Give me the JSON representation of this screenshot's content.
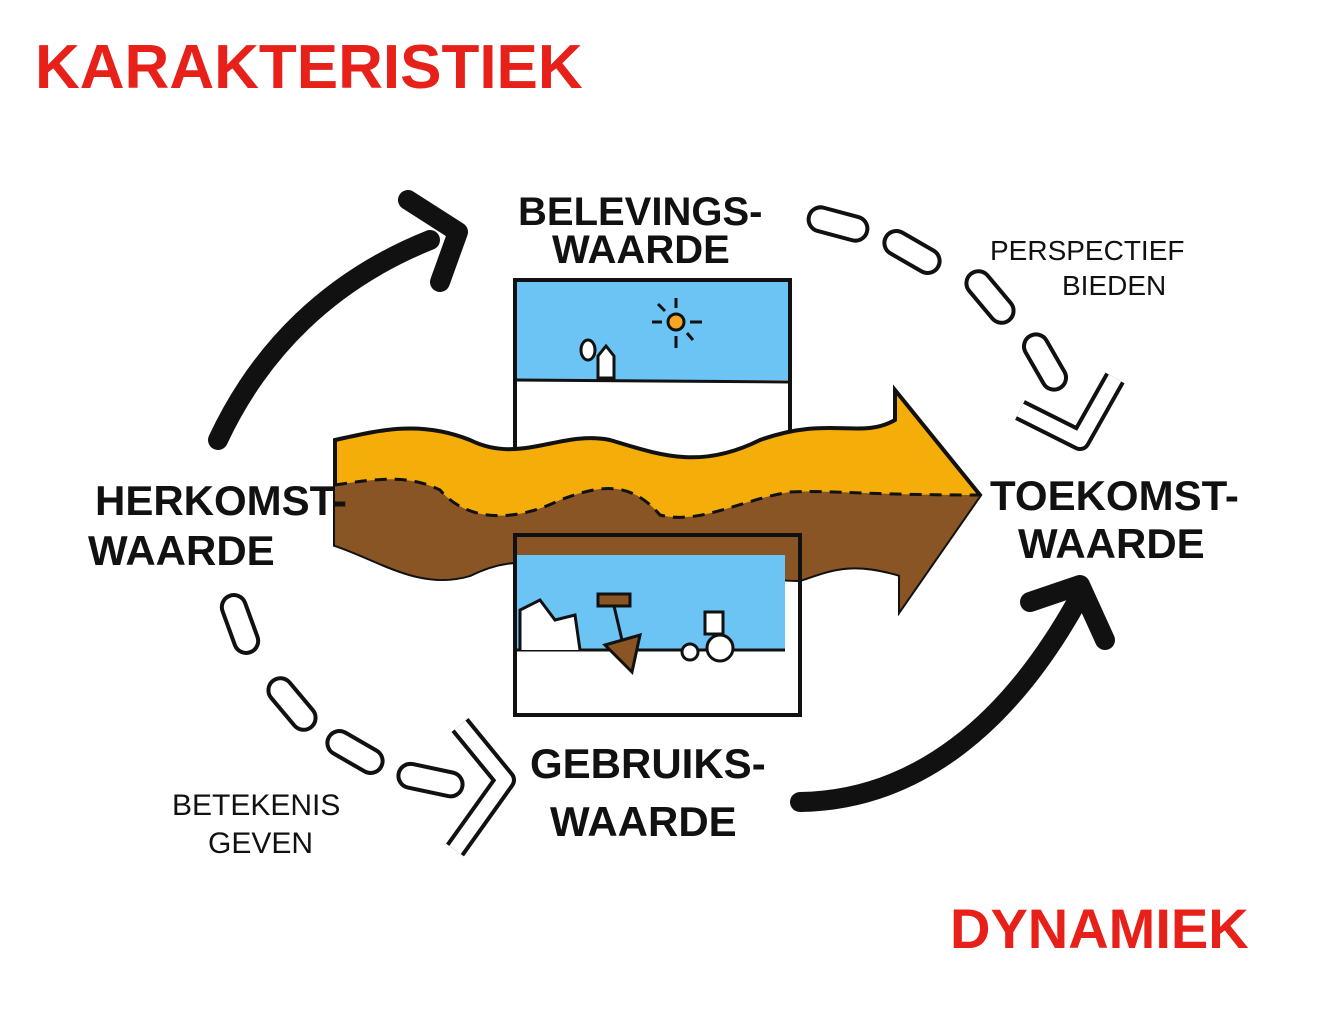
{
  "title": "KARAKTERISTIEK",
  "footer": "DYNAMIEK",
  "nodes": {
    "belevings": {
      "line1": "BELEVINGS-",
      "line2": "WAARDE"
    },
    "herkomst": {
      "line1": "HERKOMST-",
      "line2": "WAARDE"
    },
    "toekomst": {
      "line1": "TOEKOMST-",
      "line2": "WAARDE"
    },
    "gebruiks": {
      "line1": "GEBRUIKS-",
      "line2": "WAARDE"
    }
  },
  "annotations": {
    "perspectief": {
      "line1": "PERSPECTIEF",
      "line2": "BIEDEN"
    },
    "betekenis": {
      "line1": "BETEKENIS",
      "line2": "GEVEN"
    }
  },
  "colors": {
    "accent": "#e8201a",
    "sky": "#6cc4f5",
    "orange": "#f5ad0a",
    "brown": "#8a5525",
    "sun": "#f5a623"
  }
}
